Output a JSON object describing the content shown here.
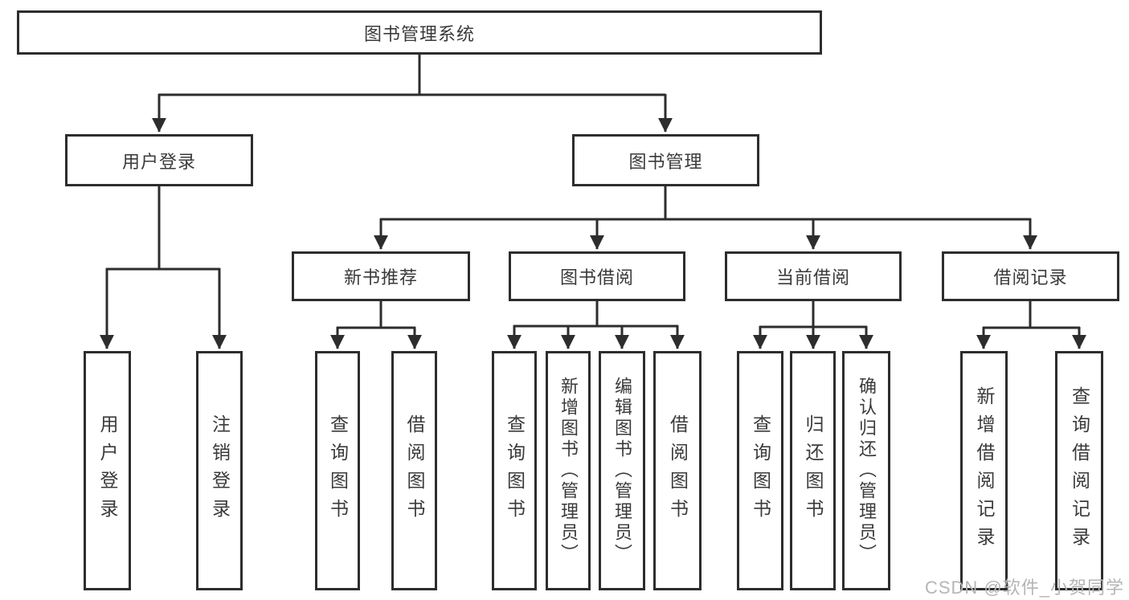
{
  "tree": {
    "label": "图书管理系统",
    "children": [
      {
        "label": "用户登录",
        "children": [
          {
            "label": "用户登录"
          },
          {
            "label": "注销登录"
          }
        ]
      },
      {
        "label": "图书管理",
        "children": [
          {
            "label": "新书推荐",
            "children": [
              {
                "label": "查询图书"
              },
              {
                "label": "借阅图书"
              }
            ]
          },
          {
            "label": "图书借阅",
            "children": [
              {
                "label": "查询图书"
              },
              {
                "label": "新增图书（管理员）"
              },
              {
                "label": "编辑图书（管理员）"
              },
              {
                "label": "借阅图书"
              }
            ]
          },
          {
            "label": "当前借阅",
            "children": [
              {
                "label": "查询图书"
              },
              {
                "label": "归还图书"
              },
              {
                "label": "确认归还（管理员）"
              }
            ]
          },
          {
            "label": "借阅记录",
            "children": [
              {
                "label": "新增借阅记录"
              },
              {
                "label": "查询借阅记录"
              }
            ]
          }
        ]
      }
    ]
  },
  "watermark": {
    "text": "CSDN @软件_小贺同学"
  },
  "colors": {
    "line": "#2d2d2d",
    "box_border": "#2d2d2d",
    "text": "#3a3a3a",
    "watermark": "#b5b5b5"
  }
}
